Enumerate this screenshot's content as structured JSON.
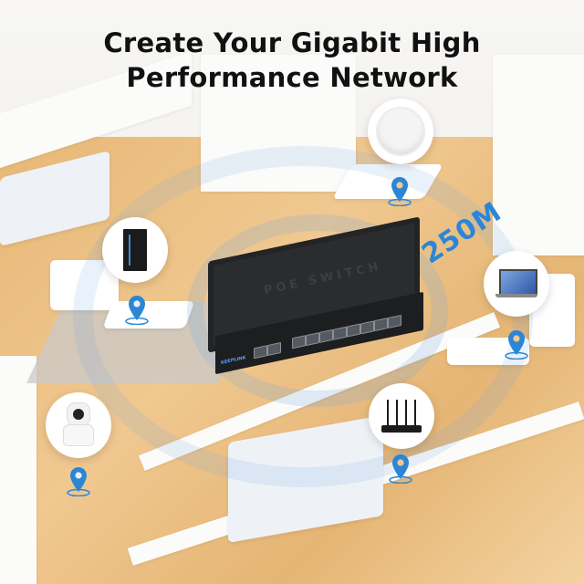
{
  "headline": {
    "line1": "Create Your Gigabit High",
    "line2": "Performance Network"
  },
  "range_badge": "250M",
  "switch": {
    "top_label": "POE SWITCH",
    "brand": "KEEPLINK",
    "ports_main": 8,
    "ports_uplink": 2
  },
  "devices": [
    {
      "name": "ceiling-access-point",
      "icon": "access-point-icon"
    },
    {
      "name": "server-tower",
      "icon": "server-icon"
    },
    {
      "name": "laptop",
      "icon": "laptop-icon"
    },
    {
      "name": "wifi-router",
      "icon": "router-icon"
    },
    {
      "name": "security-camera",
      "icon": "camera-icon"
    }
  ],
  "colors": {
    "accent_blue": "#2b86d6",
    "title": "#111111",
    "switch_body": "#2b2c2e",
    "floor_wood": "#e7b877"
  }
}
